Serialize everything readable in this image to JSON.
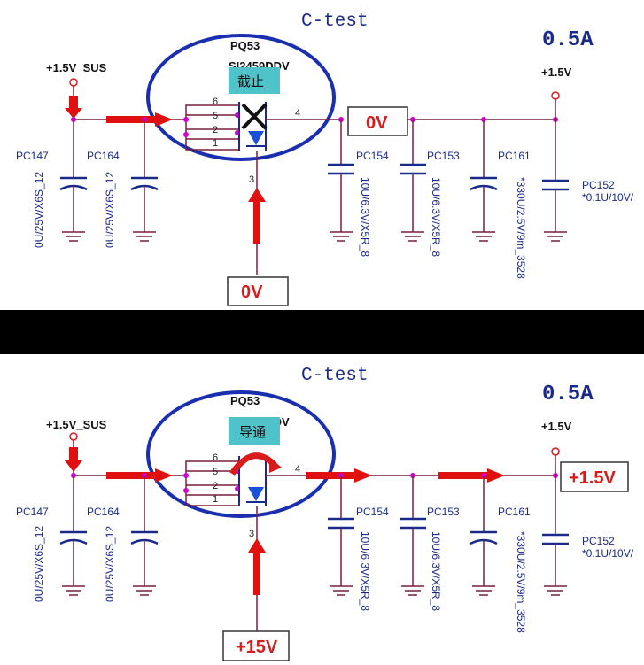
{
  "panels": [
    {
      "title": "C-test",
      "current": "0.5A",
      "input_rail": "+1.5V_SUS",
      "output_rail": "+1.5V",
      "mosfet_ref": "PQ53",
      "mosfet_part": "SI2459DDV",
      "state_label": "截止",
      "gate_voltage": "0V",
      "output_voltage": "0V",
      "pins": {
        "p6": "6",
        "p5": "5",
        "p2": "2",
        "p1": "1",
        "p4": "4",
        "p3": "3"
      },
      "caps": [
        {
          "ref": "PC147",
          "value": "0U/25V/X6S_12"
        },
        {
          "ref": "PC164",
          "value": "0U/25V/X6S_12"
        },
        {
          "ref": "PC154",
          "value": "10U/6.3V/X5R_8"
        },
        {
          "ref": "PC153",
          "value": "10U/6.3V/X5R_8"
        },
        {
          "ref": "PC161",
          "value": "*330U/2.5V/9m_3528"
        },
        {
          "ref": "PC152",
          "value": "*0.1U/10V/"
        }
      ]
    },
    {
      "title": "C-test",
      "current": "0.5A",
      "input_rail": "+1.5V_SUS",
      "output_rail": "+1.5V",
      "mosfet_ref": "PQ53",
      "mosfet_part": "SI2459DDV",
      "state_label": "导通",
      "gate_voltage": "+15V",
      "output_voltage": "+1.5V",
      "pins": {
        "p6": "6",
        "p5": "5",
        "p2": "2",
        "p1": "1",
        "p4": "4",
        "p3": "3"
      },
      "caps": [
        {
          "ref": "PC147",
          "value": "0U/25V/X6S_12"
        },
        {
          "ref": "PC164",
          "value": "0U/25V/X6S_12"
        },
        {
          "ref": "PC154",
          "value": "10U/6.3V/X5R_8"
        },
        {
          "ref": "PC153",
          "value": "10U/6.3V/X5R_8"
        },
        {
          "ref": "PC161",
          "value": "*330U/2.5V/9m_3528"
        },
        {
          "ref": "PC152",
          "value": "*0.1U/10V/"
        }
      ]
    }
  ],
  "colors": {
    "wire": "#7a1f3a",
    "arrow": "#e01010",
    "ellipse": "#1a2fb0",
    "node": "#d000d0",
    "state_bg": "#4fc3c9"
  }
}
